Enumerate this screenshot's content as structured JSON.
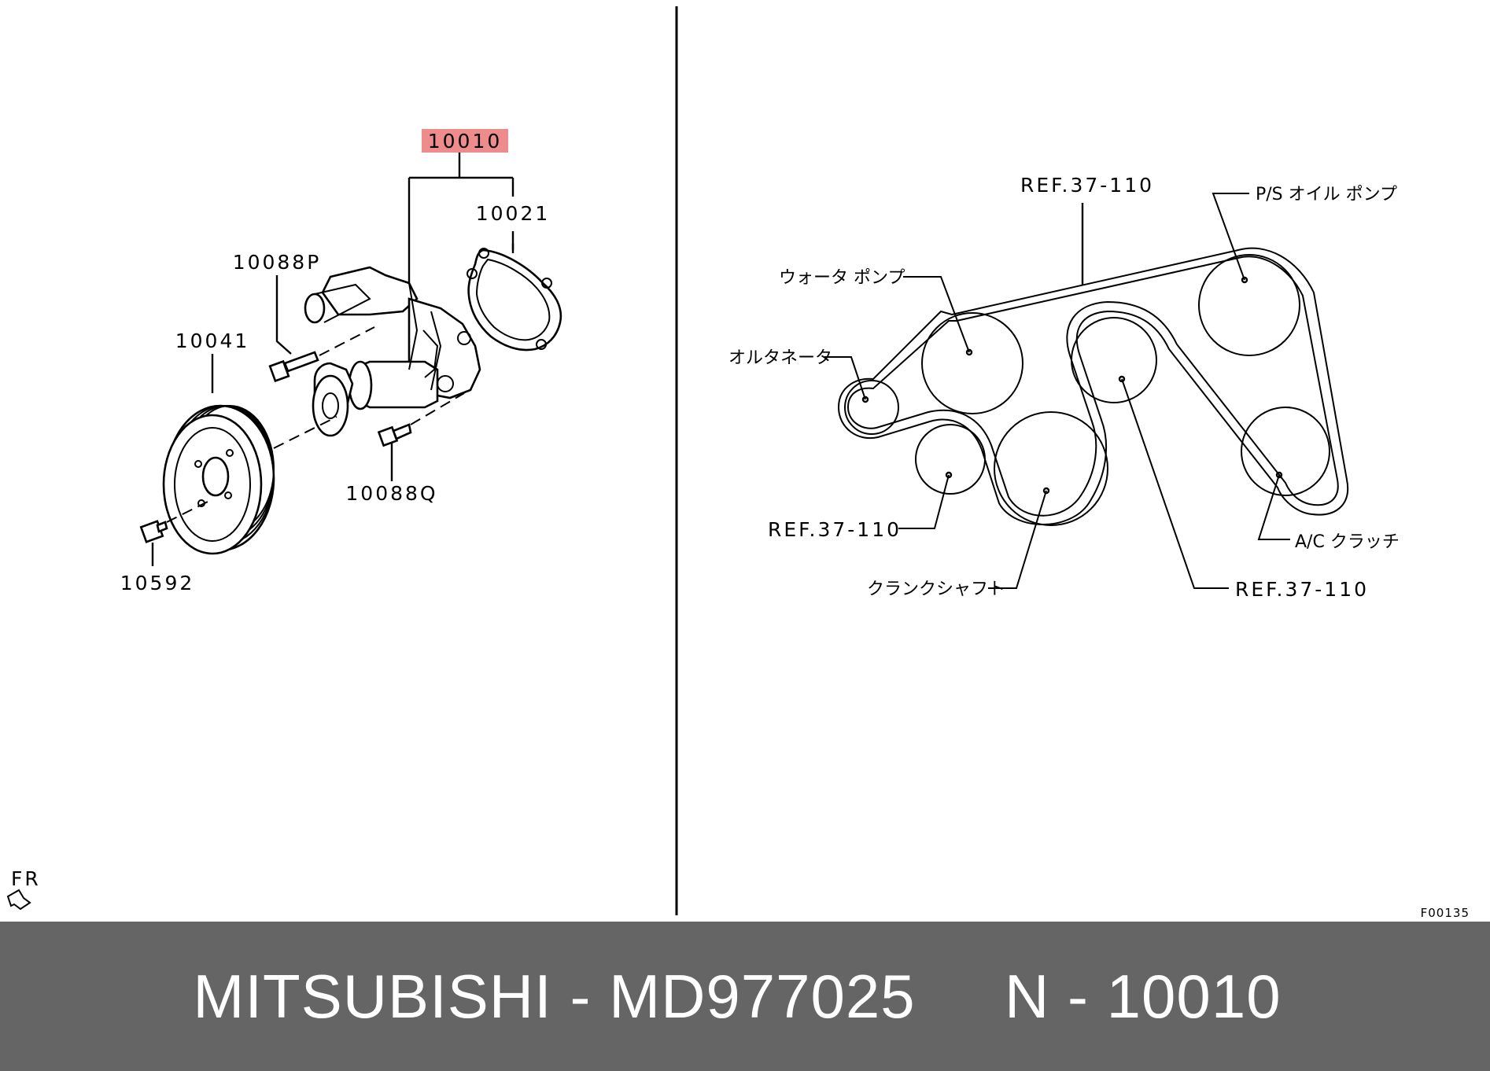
{
  "left_panel": {
    "highlight_label": "10010",
    "highlight_color": "#ee8c8c",
    "labels": {
      "gasket": "10021",
      "bolt_upper": "10088P",
      "pulley": "10041",
      "bolt_lower": "10088Q",
      "flange_bolt": "10592"
    },
    "front_indicator": "FR"
  },
  "right_panel": {
    "belt_label": "REF.37-110",
    "power_steering_pump": "P/S オイル ポンプ",
    "water_pump": "ウォータ ポンプ",
    "alternator": "オルタネータ",
    "ref_left": "REF.37-110",
    "ac_clutch": "A/C クラッチ",
    "crankshaft": "クランクシャフト",
    "ref_bottom": "REF.37-110"
  },
  "figure_code": "F00135",
  "footer": {
    "brand": "MITSUBISHI",
    "part_number": "MD977025",
    "ref": "N - 10010"
  },
  "footer_text": "MITSUBISHI - MD977025     N - 10010"
}
